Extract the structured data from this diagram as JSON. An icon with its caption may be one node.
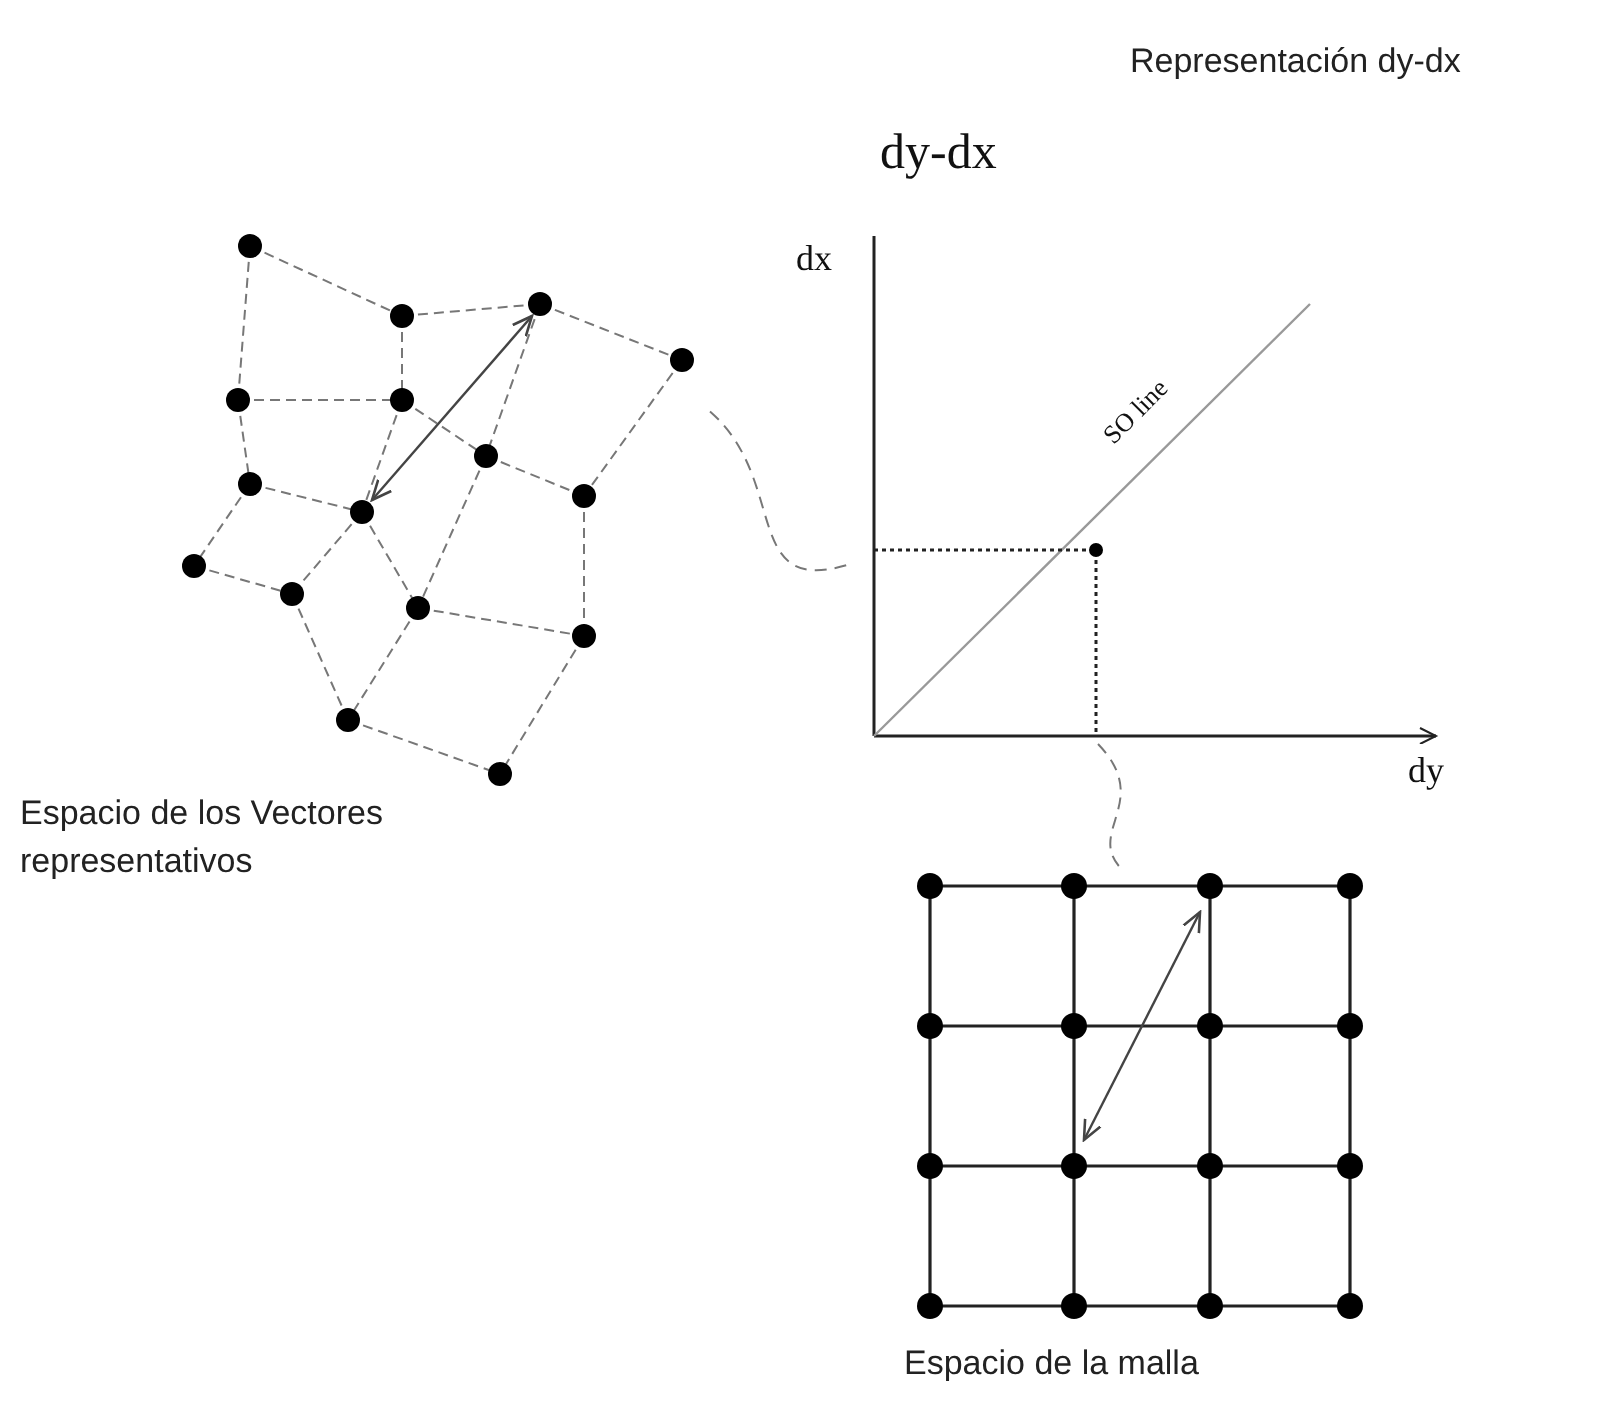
{
  "diagram": {
    "title": "Representación dy-dx",
    "nodes": [
      {
        "text": [],
        "shape": "picture",
        "beside": [
          "Espacio de los Vectores representativos"
        ]
      },
      {
        "text": [
          "dy-dx"
        ]
      },
      {
        "text": [],
        "shape": "picture",
        "beside": [
          "Espacio de la malla"
        ]
      }
    ],
    "edges": [
      {
        "from": 0,
        "to": 1,
        "arrow": "none",
        "style": "dashed"
      },
      {
        "from": 1,
        "to": 2,
        "arrow": "none",
        "style": "dashed"
      }
    ],
    "labels": [
      "dx",
      "SO line",
      "dy"
    ]
  }
}
